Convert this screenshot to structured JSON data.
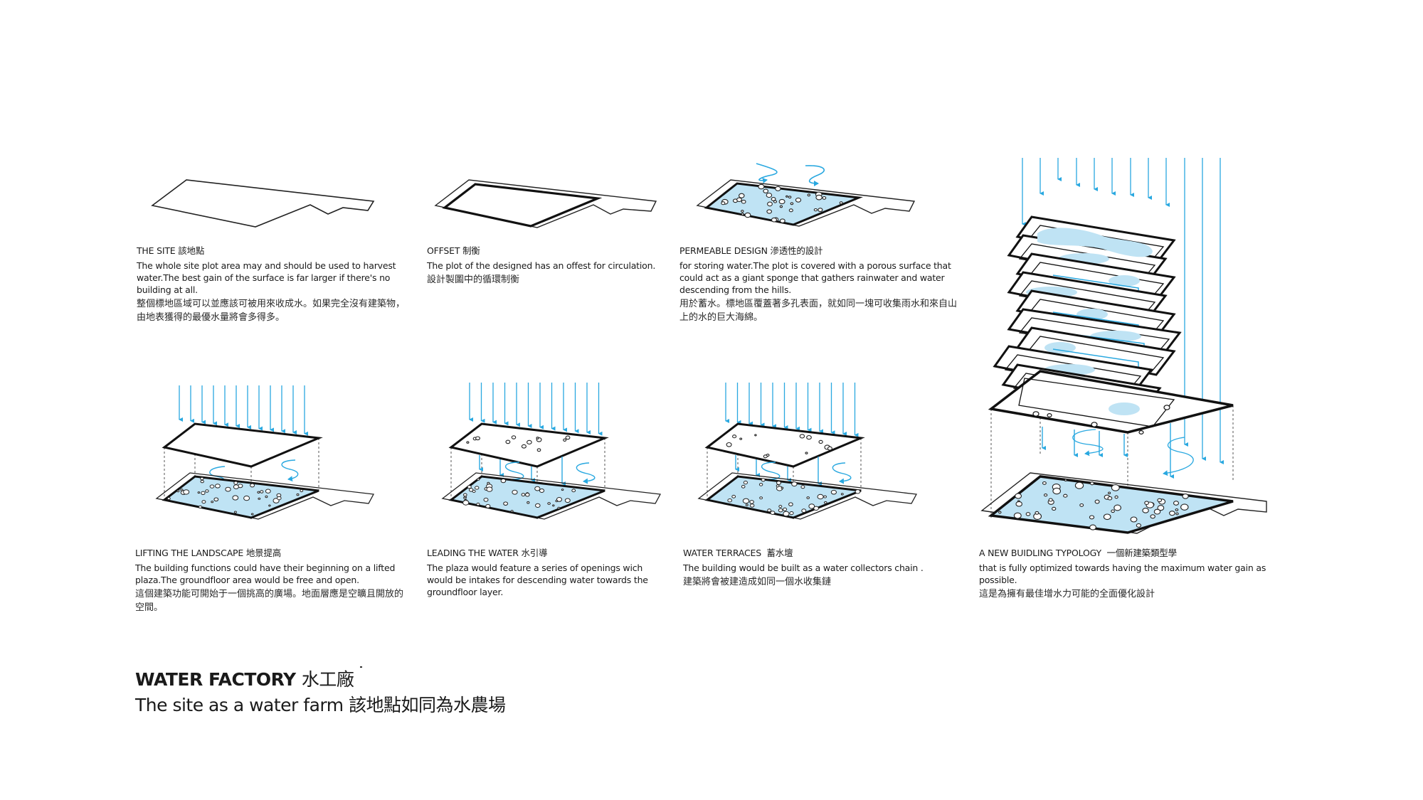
{
  "title": {
    "main_en": "WATER FACTORY",
    "main_zh": "水工廠",
    "sub_en": "The site as a water farm",
    "sub_zh": "該地點如同為水農場"
  },
  "colors": {
    "water_fill": "#bfe3f4",
    "water_arrow": "#29a8e0",
    "outline": "#111111",
    "text": "#1a1a1a"
  },
  "panels": [
    {
      "id": "the-site",
      "title_en": "THE SITE",
      "title_zh": "該地點",
      "body_en": "The whole site plot area may and should be used to harvest water.The best gain of the surface is far larger if there's no building at all.",
      "body_zh": "整個標地區域可以並應該可被用來收成水。如果完全沒有建築物，由地表獲得的最優水量將會多得多。"
    },
    {
      "id": "offset",
      "title_en": "OFFSET",
      "title_zh": "制衡",
      "body_en": "The plot of the designed has an offest for circulation.",
      "body_zh": "設計製圖中的循環制衡"
    },
    {
      "id": "permeable-design",
      "title_en": "PERMEABLE DESIGN",
      "title_zh": "滲透性的設計",
      "body_en": "for storing water.The plot is covered with a porous surface that could act as a giant sponge that gathers rainwater and water descending  from the hills.",
      "body_zh": "用於蓄水。標地區覆蓋著多孔表面，就如同一塊可收集雨水和來自山上的水的巨大海綿。"
    },
    {
      "id": "lifting-the-landscape",
      "title_en": "LIFTING THE LANDSCAPE",
      "title_zh": "地景提高",
      "body_en": "The building functions could have their  beginning on a lifted plaza.The groundfloor  area would be free and open.",
      "body_zh": "這個建築功能可開始于一個挑高的廣場。地面層應是空曠且開放的空間。"
    },
    {
      "id": "leading-the-water",
      "title_en": "LEADING THE WATER",
      "title_zh": "水引導",
      "body_en": "The plaza would feature a series of openings wich would be intakes for descending water towards the groundfloor layer.",
      "body_zh": ""
    },
    {
      "id": "water-terraces",
      "title_en": "WATER TERRACES",
      "title_zh": "蓄水壇",
      "body_en": "The building would be built as a water collectors chain .",
      "body_zh": "建築將會被建造成如同一個水收集鏈"
    },
    {
      "id": "new-building-typology",
      "title_en": "A NEW BUIDLING TYPOLOGY",
      "title_zh": "一個新建築類型學",
      "body_en": "that is fully optimized towards having the maximum water gain as possible.",
      "body_zh": "這是為擁有最佳增水力可能的全面優化設計"
    }
  ]
}
